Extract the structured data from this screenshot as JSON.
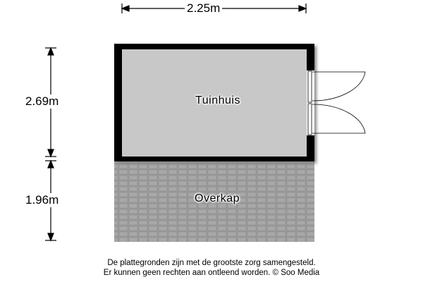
{
  "dimensions": {
    "width": "2.25m",
    "tuinhuis_depth": "2.69m",
    "overkap_depth": "1.96m"
  },
  "rooms": [
    {
      "name": "Tuinhuis"
    },
    {
      "name": "Overkap"
    }
  ],
  "footer": {
    "line1": "De plattegronden zijn met de grootste zorg samengesteld.",
    "line2": "Er kunnen geen rechten aan ontleend worden. © Soo Media"
  },
  "colors": {
    "wall": "#000000",
    "floor": "#c8c8c8",
    "tiles": "#9a9a9a"
  }
}
